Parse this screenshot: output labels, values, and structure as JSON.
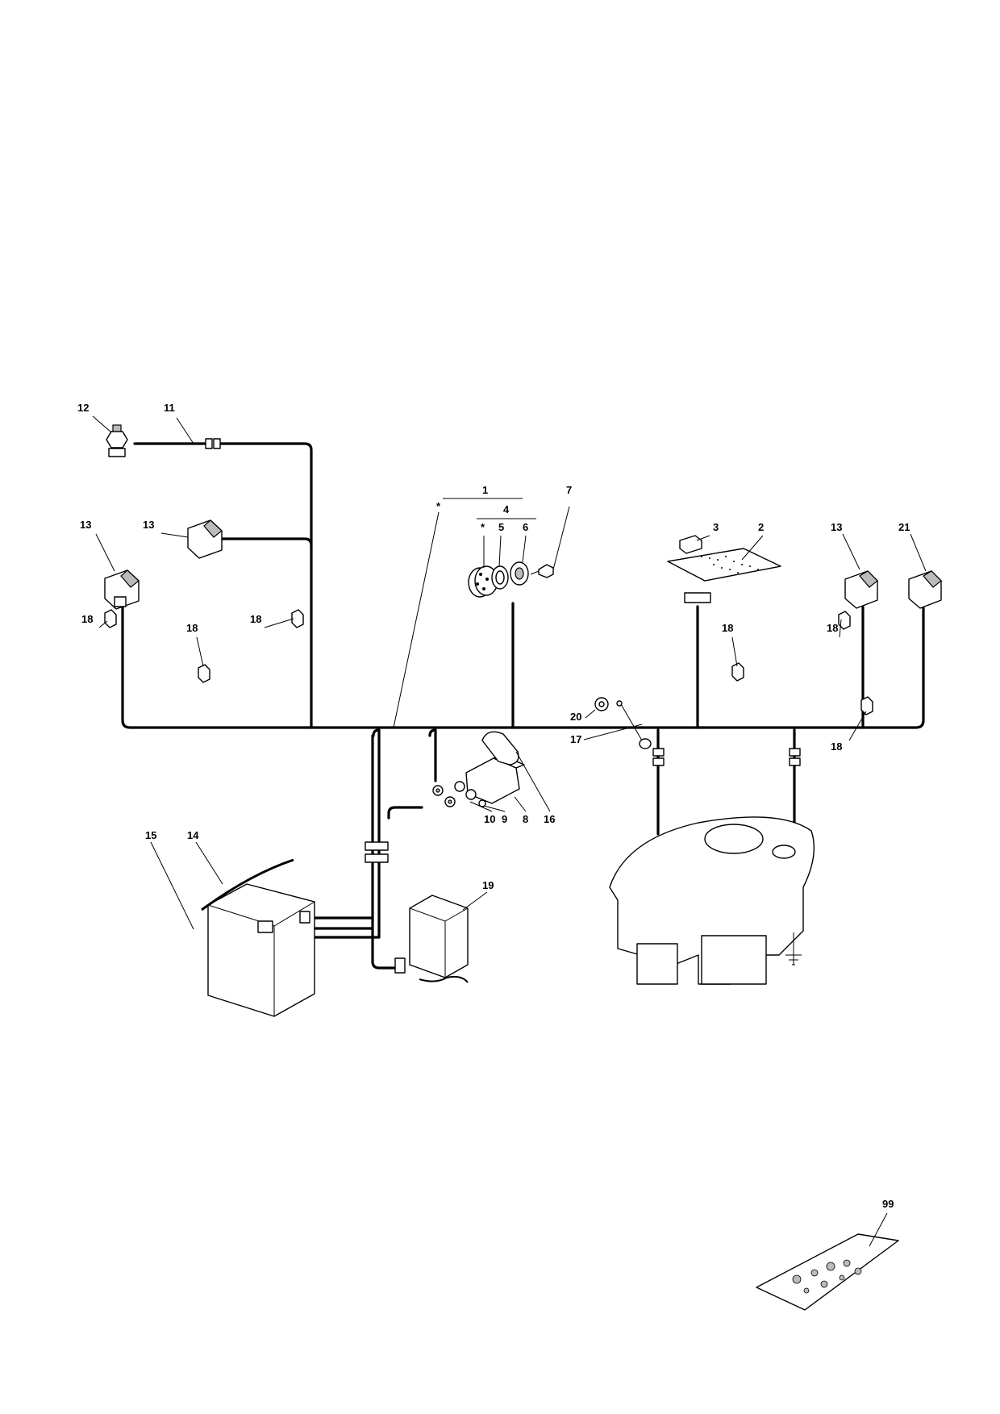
{
  "callouts": {
    "c1": "1",
    "c2": "2",
    "c3": "3",
    "c4": "4",
    "c5": "5",
    "c6": "6",
    "c7": "7",
    "c8": "8",
    "c9": "9",
    "c10": "10",
    "c11": "11",
    "c12": "12",
    "c13a": "13",
    "c13b": "13",
    "c13c": "13",
    "c14": "14",
    "c15": "15",
    "c16": "16",
    "c17": "17",
    "c18a": "18",
    "c18b": "18",
    "c18c": "18",
    "c18d": "18",
    "c18e": "18",
    "c18f": "18",
    "c19": "19",
    "c20": "20",
    "c21": "21",
    "c99": "99",
    "star1": "*",
    "star4": "*"
  },
  "parts": {
    "p1": "wiring-harness",
    "p2": "circuit-board",
    "p3": "relay",
    "p5": "ignition-switch",
    "p6": "switch-nut",
    "p7": "ignition-key",
    "p8": "solenoid",
    "p11": "connector",
    "p12": "pressure-switch",
    "p13": "rocker-switch",
    "p14": "battery",
    "p15": "battery-strap",
    "p16": "terminal-cover",
    "p17": "ground-spring",
    "p18": "cable-clip",
    "p19": "battery-charger",
    "p20": "washer",
    "p21": "rocker-switch",
    "p99": "hardware-bag",
    "engine": "engine"
  }
}
